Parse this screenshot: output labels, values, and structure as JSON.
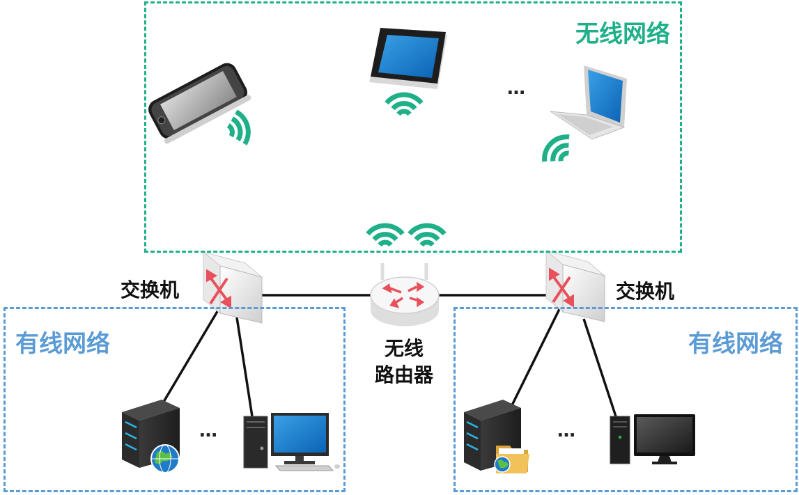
{
  "wireless_network": {
    "title": "无线网络"
  },
  "wired_left": {
    "title": "有线网络"
  },
  "wired_right": {
    "title": "有线网络"
  },
  "switch_left": {
    "label": "交换机"
  },
  "switch_right": {
    "label": "交换机"
  },
  "router": {
    "line1": "无线",
    "line2": "路由器"
  },
  "ellipsis": "…",
  "colors": {
    "wireless": "#1fb08a",
    "wired": "#5b9bd5",
    "arrow": "#e8505b",
    "link": "#111111"
  },
  "icons": [
    "smartphone-icon",
    "tablet-icon",
    "laptop-icon",
    "wifi-signal-icon",
    "switch-icon",
    "router-icon",
    "server-icon",
    "globe-icon",
    "folder-icon",
    "desktop-pc-icon",
    "monitor-icon",
    "keyboard-icon"
  ]
}
